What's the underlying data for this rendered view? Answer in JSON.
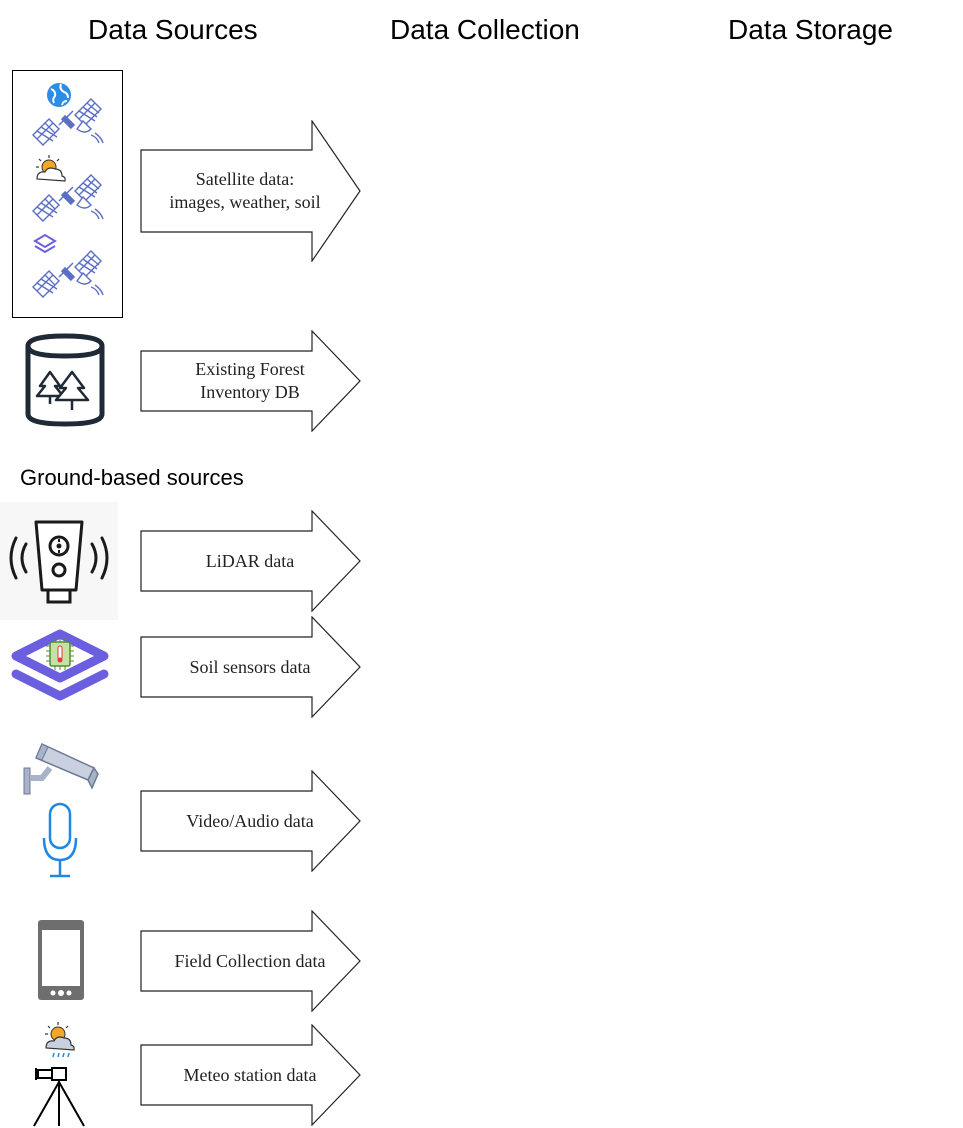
{
  "headers": {
    "sources": "Data Sources",
    "collection": "Data Collection",
    "storage": "Data Storage"
  },
  "section": {
    "ground_label": "Ground-based sources"
  },
  "arrows": {
    "satellite": {
      "line1": "Satellite data:",
      "line2": "images, weather, soil"
    },
    "forest_db": {
      "line1": "Existing Forest",
      "line2": "Inventory DB"
    },
    "lidar": {
      "label": "LiDAR data"
    },
    "soil": {
      "label": "Soil sensors data"
    },
    "video_audio": {
      "label": "Video/Audio data"
    },
    "field": {
      "label": "Field Collection data"
    },
    "meteo": {
      "label": "Meteo station data"
    }
  },
  "icons": {
    "satellite_globe": "satellite-globe-icon",
    "satellite_weather": "satellite-weather-icon",
    "satellite_layers": "satellite-layers-icon",
    "forest_database": "forest-database-icon",
    "lidar_sensor": "lidar-sensor-icon",
    "soil_sensor": "soil-sensor-chip-icon",
    "camera": "security-camera-icon",
    "microphone": "microphone-icon",
    "phone": "mobile-phone-icon",
    "meteo_station": "meteo-station-icon"
  },
  "colors": {
    "satellite_blue": "#5b6fc4",
    "globe_blue": "#2b8de6",
    "sun_orange": "#f5a623",
    "layers_purple": "#6b5fe0",
    "db_outline": "#1f2a36",
    "mic_blue": "#1e88e5",
    "camera_gray": "#a8b3c7",
    "phone_gray": "#6e6e6e",
    "chip_green": "#7cb342"
  }
}
